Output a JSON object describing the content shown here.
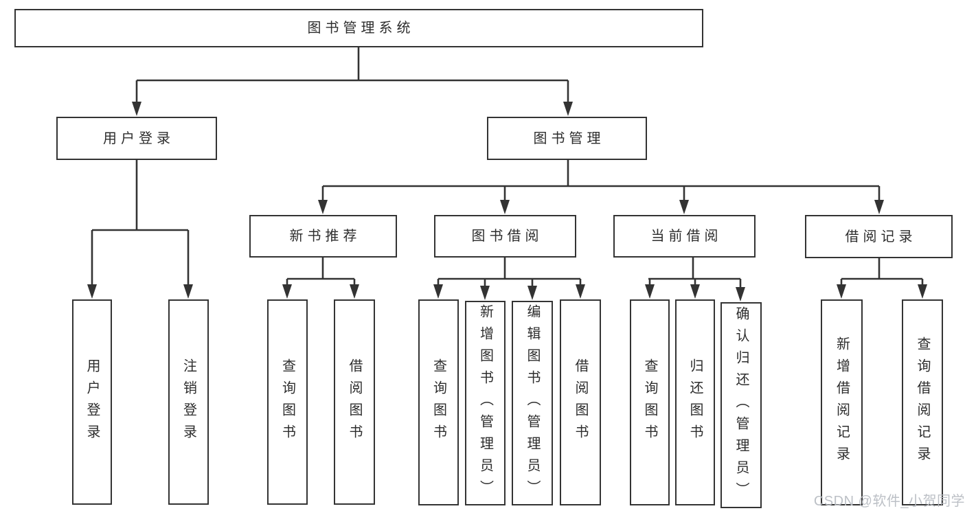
{
  "diagram": {
    "tree": {
      "label": "图书管理系统",
      "children": [
        {
          "label": "用户登录",
          "children": [
            {
              "label": "用户登录"
            },
            {
              "label": "注销登录"
            }
          ]
        },
        {
          "label": "图书管理",
          "children": [
            {
              "label": "新书推荐",
              "children": [
                {
                  "label": "查询图书"
                },
                {
                  "label": "借阅图书"
                }
              ]
            },
            {
              "label": "图书借阅",
              "children": [
                {
                  "label": "查询图书"
                },
                {
                  "label": "新增图书（管理员）"
                },
                {
                  "label": "编辑图书（管理员）"
                },
                {
                  "label": "借阅图书"
                }
              ]
            },
            {
              "label": "当前借阅",
              "children": [
                {
                  "label": "查询图书"
                },
                {
                  "label": "归还图书"
                },
                {
                  "label": "确认归还（管理员）"
                }
              ]
            },
            {
              "label": "借阅记录",
              "children": [
                {
                  "label": "新增借阅记录"
                },
                {
                  "label": "查询借阅记录"
                }
              ]
            }
          ]
        }
      ]
    }
  },
  "watermark": {
    "text": "CSDN @软件_小贺同学"
  },
  "colors": {
    "line": "#333333",
    "text": "#2d2d2d",
    "background": "#ffffff",
    "watermark": "#b9bdc3"
  }
}
